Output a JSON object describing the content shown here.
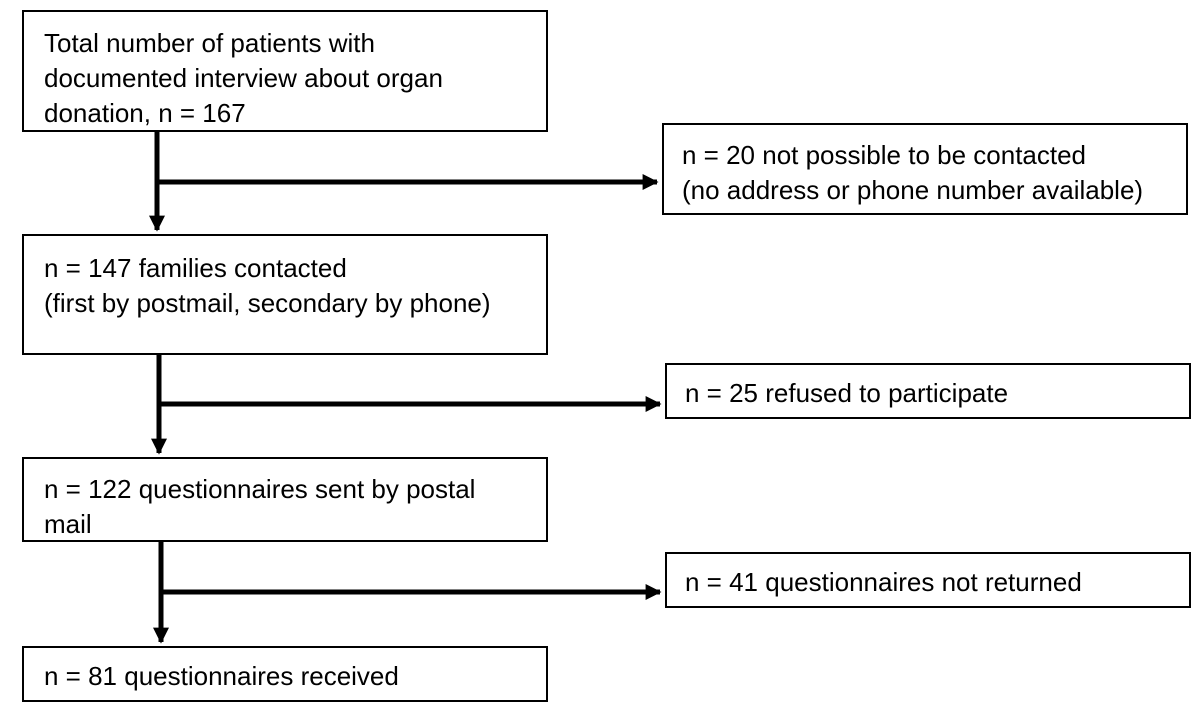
{
  "flow": {
    "total": "Total number of patients with\ndocumented interview about organ\ndonation, n = 167",
    "contacted": "n = 147 families contacted\n(first by postmail, secondary by phone)",
    "sent": "n = 122 questionnaires sent by postal\nmail",
    "received": "n = 81 questionnaires received"
  },
  "exclusions": {
    "not_contactable": "n = 20 not possible to be contacted\n(no address or phone number available)",
    "refused": "n = 25 refused to participate",
    "not_returned": "n = 41 questionnaires not returned"
  }
}
